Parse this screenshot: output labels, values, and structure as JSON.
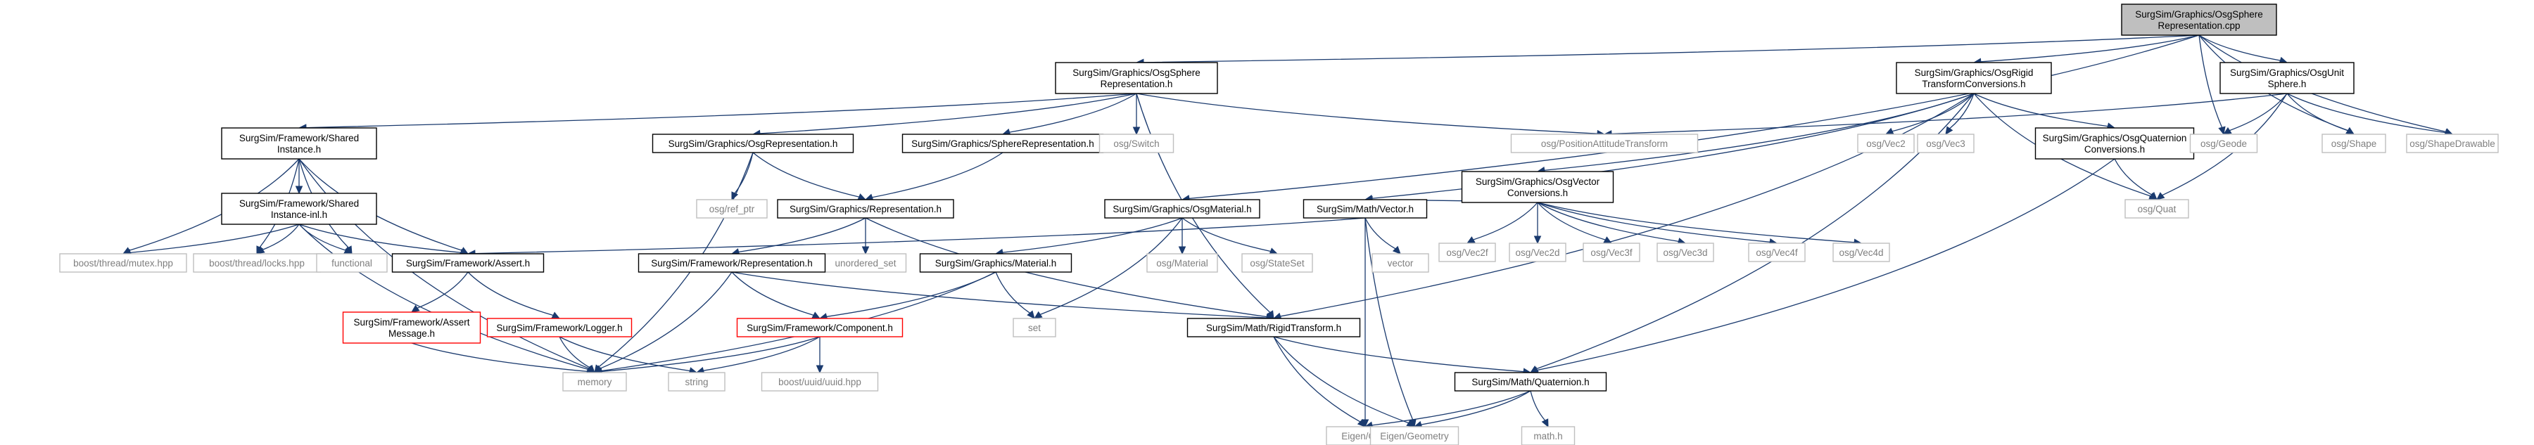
{
  "diagram": {
    "nodes": [
      {
        "id": "root",
        "kind": "root",
        "lines": [
          "SurgSim/Graphics/OsgSphere",
          "Representation.cpp"
        ]
      },
      {
        "id": "osgspherrep",
        "kind": "normal",
        "lines": [
          "SurgSim/Graphics/OsgSphere",
          "Representation.h"
        ]
      },
      {
        "id": "osgrigid",
        "kind": "normal",
        "lines": [
          "SurgSim/Graphics/OsgRigid",
          "TransformConversions.h"
        ]
      },
      {
        "id": "osgunitsphere",
        "kind": "normal",
        "lines": [
          "SurgSim/Graphics/OsgUnit",
          "Sphere.h"
        ]
      },
      {
        "id": "sharedinst",
        "kind": "normal",
        "lines": [
          "SurgSim/Framework/Shared",
          "Instance.h"
        ]
      },
      {
        "id": "osgrep",
        "kind": "normal",
        "lines": [
          "SurgSim/Graphics/OsgRepresentation.h"
        ]
      },
      {
        "id": "sphererep",
        "kind": "normal",
        "lines": [
          "SurgSim/Graphics/SphereRepresentation.h"
        ]
      },
      {
        "id": "osgswitch",
        "kind": "ext",
        "lines": [
          "osg/Switch"
        ]
      },
      {
        "id": "posatt",
        "kind": "ext",
        "lines": [
          "osg/PositionAttitudeTransform"
        ]
      },
      {
        "id": "osgvecconv",
        "kind": "normal",
        "lines": [
          "SurgSim/Graphics/OsgVector",
          "Conversions.h"
        ]
      },
      {
        "id": "vec2",
        "kind": "ext",
        "lines": [
          "osg/Vec2"
        ]
      },
      {
        "id": "vec3",
        "kind": "ext",
        "lines": [
          "osg/Vec3"
        ]
      },
      {
        "id": "osgquatconv",
        "kind": "normal",
        "lines": [
          "SurgSim/Graphics/OsgQuaternion",
          "Conversions.h"
        ]
      },
      {
        "id": "geode",
        "kind": "ext",
        "lines": [
          "osg/Geode"
        ]
      },
      {
        "id": "shape",
        "kind": "ext",
        "lines": [
          "osg/Shape"
        ]
      },
      {
        "id": "shapedrawable",
        "kind": "ext",
        "lines": [
          "osg/ShapeDrawable"
        ]
      },
      {
        "id": "sharedinl",
        "kind": "normal",
        "lines": [
          "SurgSim/Framework/Shared",
          "Instance-inl.h"
        ]
      },
      {
        "id": "refptr",
        "kind": "ext",
        "lines": [
          "osg/ref_ptr"
        ]
      },
      {
        "id": "graphicsrep",
        "kind": "normal",
        "lines": [
          "SurgSim/Graphics/Representation.h"
        ]
      },
      {
        "id": "osgmaterial",
        "kind": "normal",
        "lines": [
          "SurgSim/Graphics/OsgMaterial.h"
        ]
      },
      {
        "id": "mathvector",
        "kind": "normal",
        "lines": [
          "SurgSim/Math/Vector.h"
        ]
      },
      {
        "id": "vec2f",
        "kind": "ext",
        "lines": [
          "osg/Vec2f"
        ]
      },
      {
        "id": "vec2d",
        "kind": "ext",
        "lines": [
          "osg/Vec2d"
        ]
      },
      {
        "id": "vec3f",
        "kind": "ext",
        "lines": [
          "osg/Vec3f"
        ]
      },
      {
        "id": "vec3d",
        "kind": "ext",
        "lines": [
          "osg/Vec3d"
        ]
      },
      {
        "id": "vec4f",
        "kind": "ext",
        "lines": [
          "osg/Vec4f"
        ]
      },
      {
        "id": "vec4d",
        "kind": "ext",
        "lines": [
          "osg/Vec4d"
        ]
      },
      {
        "id": "quat",
        "kind": "ext",
        "lines": [
          "osg/Quat"
        ]
      },
      {
        "id": "mutex",
        "kind": "ext",
        "lines": [
          "boost/thread/mutex.hpp"
        ]
      },
      {
        "id": "locks",
        "kind": "ext",
        "lines": [
          "boost/thread/locks.hpp"
        ]
      },
      {
        "id": "functional",
        "kind": "ext",
        "lines": [
          "functional"
        ]
      },
      {
        "id": "assert",
        "kind": "normal",
        "lines": [
          "SurgSim/Framework/Assert.h"
        ]
      },
      {
        "id": "unorderedset",
        "kind": "ext",
        "lines": [
          "unordered_set"
        ]
      },
      {
        "id": "fwrep",
        "kind": "normal",
        "lines": [
          "SurgSim/Framework/Representation.h"
        ]
      },
      {
        "id": "graphicsmat",
        "kind": "normal",
        "lines": [
          "SurgSim/Graphics/Material.h"
        ]
      },
      {
        "id": "osgmat",
        "kind": "ext",
        "lines": [
          "osg/Material"
        ]
      },
      {
        "id": "stateset",
        "kind": "ext",
        "lines": [
          "osg/StateSet"
        ]
      },
      {
        "id": "vector",
        "kind": "ext",
        "lines": [
          "vector"
        ]
      },
      {
        "id": "assertmsg",
        "kind": "missing",
        "lines": [
          "SurgSim/Framework/Assert",
          "Message.h"
        ]
      },
      {
        "id": "logger",
        "kind": "missing",
        "lines": [
          "SurgSim/Framework/Logger.h"
        ]
      },
      {
        "id": "component",
        "kind": "missing",
        "lines": [
          "SurgSim/Framework/Component.h"
        ]
      },
      {
        "id": "set",
        "kind": "ext",
        "lines": [
          "set"
        ]
      },
      {
        "id": "rigidtransform",
        "kind": "normal",
        "lines": [
          "SurgSim/Math/RigidTransform.h"
        ]
      },
      {
        "id": "memory",
        "kind": "ext",
        "lines": [
          "memory"
        ]
      },
      {
        "id": "string",
        "kind": "ext",
        "lines": [
          "string"
        ]
      },
      {
        "id": "uuid",
        "kind": "ext",
        "lines": [
          "boost/uuid/uuid.hpp"
        ]
      },
      {
        "id": "quaternion",
        "kind": "normal",
        "lines": [
          "SurgSim/Math/Quaternion.h"
        ]
      },
      {
        "id": "eigencore",
        "kind": "ext",
        "lines": [
          "Eigen/Core"
        ]
      },
      {
        "id": "eigengeom",
        "kind": "ext",
        "lines": [
          "Eigen/Geometry"
        ]
      },
      {
        "id": "mathh",
        "kind": "ext",
        "lines": [
          "math.h"
        ]
      }
    ],
    "edges": [
      [
        "root",
        "osgspherrep"
      ],
      [
        "root",
        "osgrigid"
      ],
      [
        "root",
        "osgunitsphere"
      ],
      [
        "root",
        "osgmaterial"
      ],
      [
        "root",
        "geode"
      ],
      [
        "root",
        "shape"
      ],
      [
        "root",
        "shapedrawable"
      ],
      [
        "osgspherrep",
        "sharedinst"
      ],
      [
        "osgspherrep",
        "osgrep"
      ],
      [
        "osgspherrep",
        "sphererep"
      ],
      [
        "osgspherrep",
        "osgswitch"
      ],
      [
        "osgspherrep",
        "posatt"
      ],
      [
        "osgspherrep",
        "rigidtransform"
      ],
      [
        "osgrigid",
        "osgvecconv"
      ],
      [
        "osgrigid",
        "vec2"
      ],
      [
        "osgrigid",
        "vec3"
      ],
      [
        "osgrigid",
        "osgquatconv"
      ],
      [
        "osgrigid",
        "quat"
      ],
      [
        "osgrigid",
        "mathvector"
      ],
      [
        "osgrigid",
        "rigidtransform"
      ],
      [
        "osgrigid",
        "quaternion"
      ],
      [
        "osgunitsphere",
        "posatt"
      ],
      [
        "osgunitsphere",
        "geode"
      ],
      [
        "osgunitsphere",
        "shape"
      ],
      [
        "osgunitsphere",
        "shapedrawable"
      ],
      [
        "osgunitsphere",
        "quat"
      ],
      [
        "sharedinst",
        "sharedinl"
      ],
      [
        "sharedinst",
        "mutex"
      ],
      [
        "sharedinst",
        "locks"
      ],
      [
        "sharedinst",
        "functional"
      ],
      [
        "sharedinst",
        "assert"
      ],
      [
        "sharedinst",
        "memory"
      ],
      [
        "sharedinl",
        "mutex"
      ],
      [
        "sharedinl",
        "locks"
      ],
      [
        "sharedinl",
        "functional"
      ],
      [
        "sharedinl",
        "assert"
      ],
      [
        "sharedinl",
        "memory"
      ],
      [
        "osgrep",
        "refptr"
      ],
      [
        "osgrep",
        "graphicsrep"
      ],
      [
        "osgrep",
        "memory"
      ],
      [
        "sphererep",
        "graphicsrep"
      ],
      [
        "graphicsrep",
        "fwrep"
      ],
      [
        "graphicsrep",
        "unorderedset"
      ],
      [
        "graphicsrep",
        "rigidtransform"
      ],
      [
        "osgvecconv",
        "mathvector"
      ],
      [
        "osgvecconv",
        "vec2f"
      ],
      [
        "osgvecconv",
        "vec2d"
      ],
      [
        "osgvecconv",
        "vec3f"
      ],
      [
        "osgvecconv",
        "vec3d"
      ],
      [
        "osgvecconv",
        "vec4f"
      ],
      [
        "osgvecconv",
        "vec4d"
      ],
      [
        "osgquatconv",
        "quat"
      ],
      [
        "osgquatconv",
        "quaternion"
      ],
      [
        "osgmaterial",
        "graphicsmat"
      ],
      [
        "osgmaterial",
        "osgmat"
      ],
      [
        "osgmaterial",
        "stateset"
      ],
      [
        "osgmaterial",
        "set"
      ],
      [
        "mathvector",
        "assert"
      ],
      [
        "mathvector",
        "vector"
      ],
      [
        "mathvector",
        "eigencore"
      ],
      [
        "mathvector",
        "eigengeom"
      ],
      [
        "fwrep",
        "component"
      ],
      [
        "fwrep",
        "memory"
      ],
      [
        "fwrep",
        "rigidtransform"
      ],
      [
        "graphicsmat",
        "component"
      ],
      [
        "graphicsmat",
        "set"
      ],
      [
        "graphicsmat",
        "memory"
      ],
      [
        "assert",
        "assertmsg"
      ],
      [
        "assert",
        "logger"
      ],
      [
        "assertmsg",
        "memory"
      ],
      [
        "logger",
        "memory"
      ],
      [
        "logger",
        "string"
      ],
      [
        "component",
        "memory"
      ],
      [
        "component",
        "string"
      ],
      [
        "component",
        "uuid"
      ],
      [
        "rigidtransform",
        "quaternion"
      ],
      [
        "rigidtransform",
        "eigencore"
      ],
      [
        "rigidtransform",
        "eigengeom"
      ],
      [
        "quaternion",
        "eigencore"
      ],
      [
        "quaternion",
        "eigengeom"
      ],
      [
        "quaternion",
        "mathh"
      ]
    ]
  }
}
